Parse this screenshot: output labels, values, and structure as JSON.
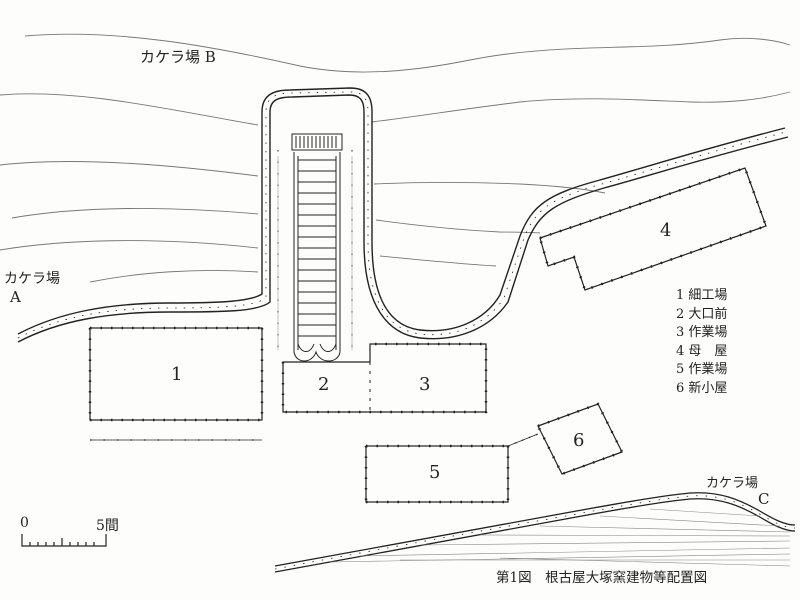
{
  "site_labels": {
    "quarry_b": "カケラ場 B",
    "quarry_a_line1": "カケラ場",
    "quarry_a_line2": "A",
    "quarry_c_line1": "カケラ場",
    "quarry_c_line2": "C"
  },
  "building_numbers": [
    "1",
    "2",
    "3",
    "4",
    "5",
    "6"
  ],
  "legend": [
    "1 細工場",
    "2 大口前",
    "3 作業場",
    "4 母　屋",
    "5 作業場",
    "6 新小屋"
  ],
  "scale": {
    "start": "0",
    "end": "5間"
  },
  "caption": "第1図　根古屋大塚窯建物等配置図",
  "colors": {
    "ink": "#222222",
    "paper": "#fdfdfc"
  }
}
